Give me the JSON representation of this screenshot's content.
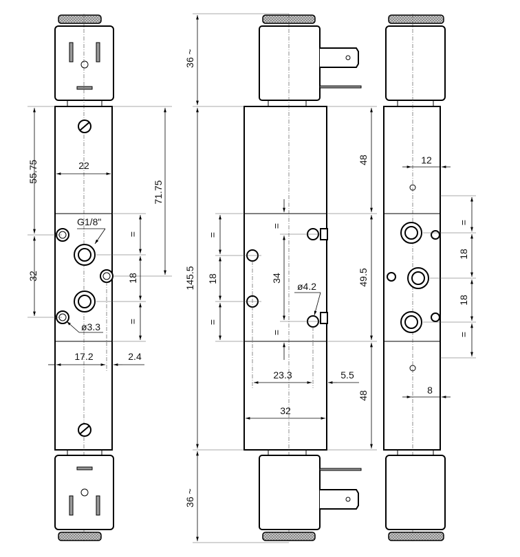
{
  "drawing": {
    "title": "Solenoid valve dimensional drawing",
    "front_view": {
      "dims": {
        "upper_height": "55.75",
        "port_spacing": "32",
        "width": "22",
        "coil_offset": "71.75",
        "equal_top": "=",
        "center_spacing": "18",
        "equal_bottom": "=",
        "hole_offset": "17.2",
        "edge_offset": "2.4"
      },
      "labels": {
        "thread": "G1/8\"",
        "mount_hole": "ø3.3"
      }
    },
    "side_view": {
      "dims": {
        "coil_top": "36 ~",
        "total_height": "145.5",
        "coil_bottom": "36 ~",
        "upper_body": "48",
        "mid_body": "49.5",
        "lower_body": "48",
        "equal_left_top": "=",
        "left_spacing": "18",
        "equal_left_bottom": "=",
        "equal_center_top": "=",
        "center_spacing": "34",
        "equal_center_bottom": "=",
        "hole_offset": "23.3",
        "edge_offset": "5.5",
        "width": "32"
      },
      "labels": {
        "mount_hole": "ø4.2"
      }
    },
    "rear_view": {
      "dims": {
        "top_hole_offset": "12",
        "equal_top": "=",
        "spacing_1": "18",
        "spacing_2": "18",
        "equal_bottom": "=",
        "bottom_hole_offset": "8"
      }
    }
  }
}
